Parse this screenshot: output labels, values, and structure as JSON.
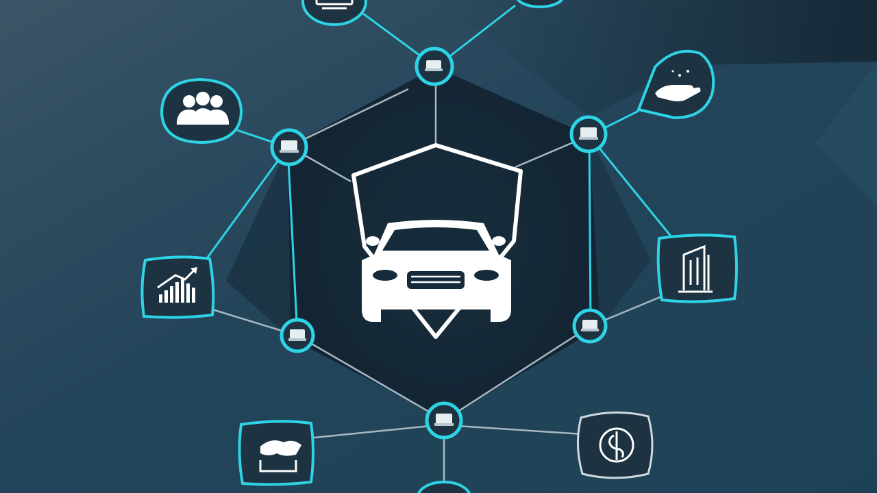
{
  "diagram": {
    "center_icon": "car-shield-icon",
    "colors": {
      "background_dark": "#1b3140",
      "background_mid": "#2a4b5f",
      "hexagon_fill": "#162b3a",
      "accent_cyan": "#2ed3e6",
      "icon_white": "#ffffff",
      "connector_gray": "#9fb3bf",
      "card_fill": "#1d3342"
    },
    "hubs": [
      {
        "id": "hub-top",
        "icon": "document-icon"
      },
      {
        "id": "hub-upper-left",
        "icon": "document-icon"
      },
      {
        "id": "hub-upper-right",
        "icon": "document-icon"
      },
      {
        "id": "hub-lower-left",
        "icon": "document-icon"
      },
      {
        "id": "hub-lower-right",
        "icon": "document-icon"
      },
      {
        "id": "hub-bottom",
        "icon": "document-icon"
      }
    ],
    "satellites": [
      {
        "id": "card-top",
        "icon": "monitor-icon",
        "shape": "circle"
      },
      {
        "id": "card-top-right",
        "icon": "partial-icon",
        "shape": "circle"
      },
      {
        "id": "card-people",
        "icon": "people-group-icon",
        "shape": "circle"
      },
      {
        "id": "card-hand",
        "icon": "helping-hand-icon",
        "shape": "circle"
      },
      {
        "id": "card-chart",
        "icon": "bar-chart-icon",
        "shape": "square"
      },
      {
        "id": "card-building",
        "icon": "building-icon",
        "shape": "square"
      },
      {
        "id": "card-handshake",
        "icon": "handshake-icon",
        "shape": "square"
      },
      {
        "id": "card-money",
        "icon": "money-cycle-icon",
        "shape": "circle"
      },
      {
        "id": "card-bottom",
        "icon": "partial-icon",
        "shape": "circle"
      }
    ]
  }
}
